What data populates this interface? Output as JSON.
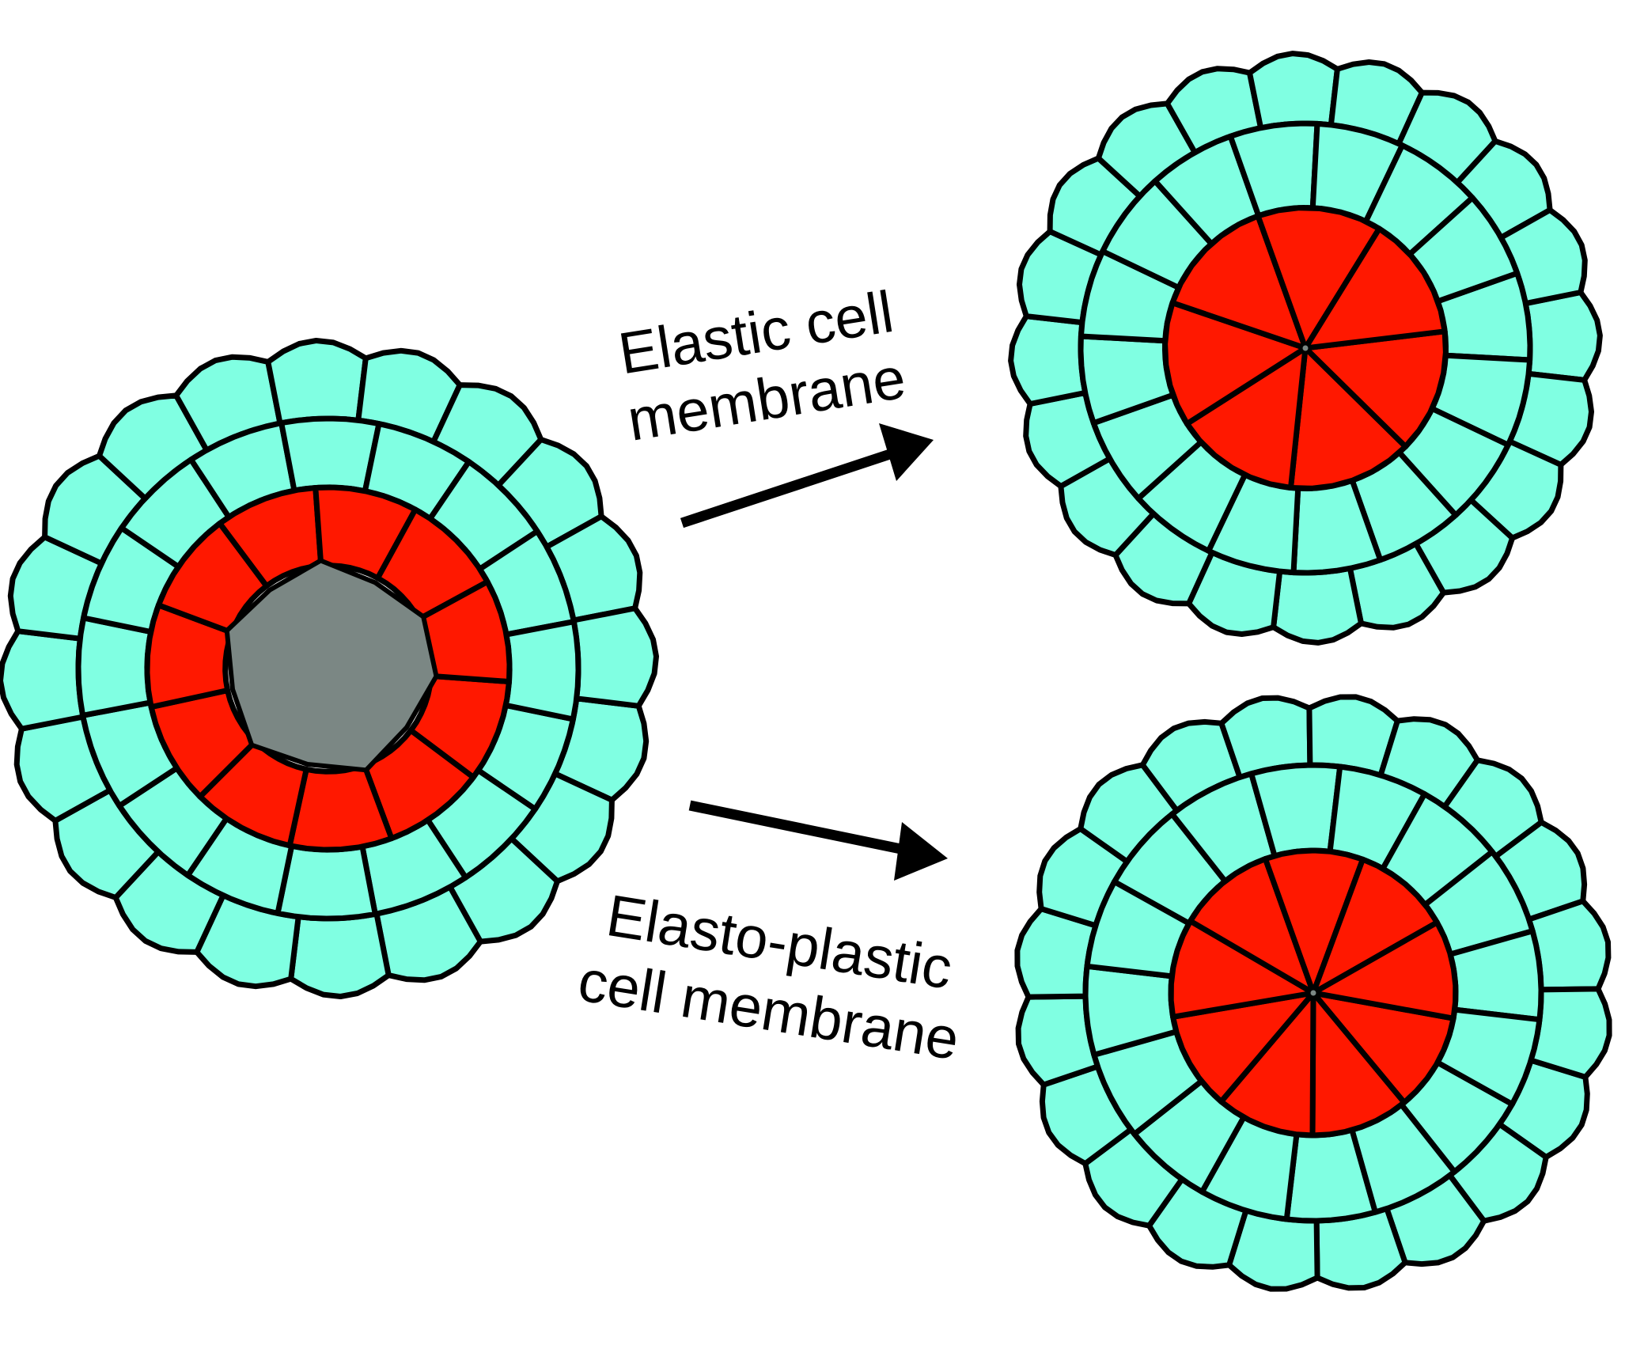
{
  "labels": {
    "elastic_line1": "Elastic cell",
    "elastic_line2": "membrane",
    "plastic_line1": "Elasto-plastic",
    "plastic_line2": "cell membrane"
  },
  "colors": {
    "outer_cell": "#80FFE2",
    "inner_cell": "#FF1800",
    "lumen": "#7B8784",
    "outline": "#000000",
    "background": "#FFFFFF"
  },
  "clusters": {
    "initial": {
      "has_lumen": true,
      "inner_cells": 11,
      "outer_cells": 16,
      "outermost_cells": 20
    },
    "elastic_result": {
      "has_lumen": false,
      "inner_cells": 7,
      "outer_cells": 16,
      "outermost_cells": 20
    },
    "elastoplastic_result": {
      "has_lumen": false,
      "inner_cells": 9,
      "outer_cells": 16,
      "outermost_cells": 20
    }
  }
}
